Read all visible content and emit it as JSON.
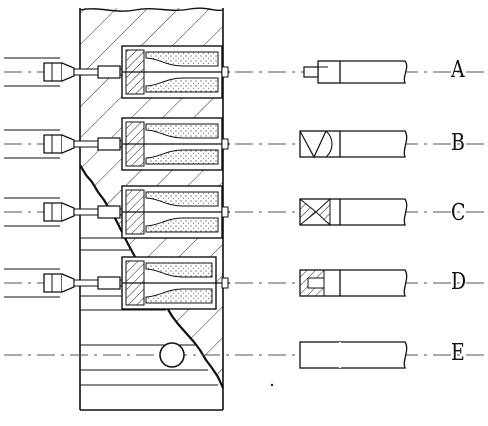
{
  "figure": {
    "stages": [
      {
        "id": "A",
        "label": "A"
      },
      {
        "id": "B",
        "label": "B"
      },
      {
        "id": "C",
        "label": "C"
      },
      {
        "id": "D",
        "label": "D"
      },
      {
        "id": "E",
        "label": "E"
      }
    ]
  },
  "colors": {
    "line": "#111111",
    "hatch": "#333333",
    "paper": "#ffffff",
    "dash": "#555555"
  }
}
